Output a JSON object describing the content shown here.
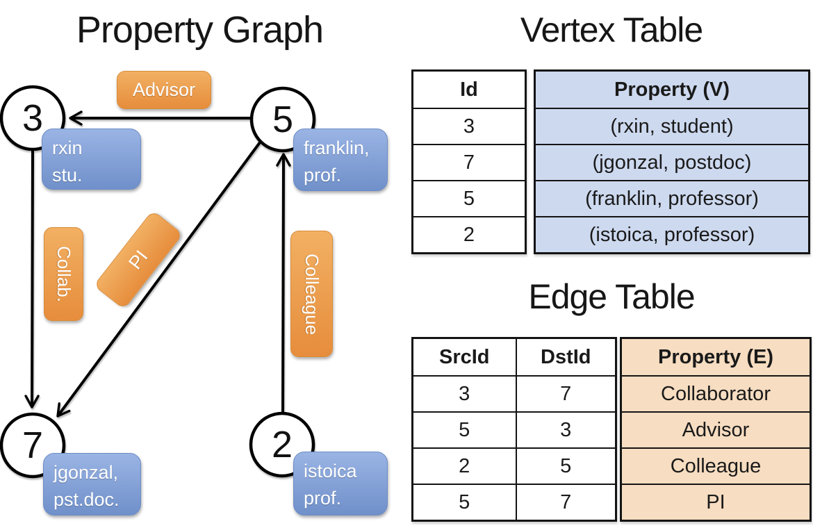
{
  "titles": {
    "graph": "Property Graph",
    "vertex_table": "Vertex Table",
    "edge_table": "Edge Table"
  },
  "graph": {
    "nodes": [
      {
        "id": "3"
      },
      {
        "id": "5"
      },
      {
        "id": "7"
      },
      {
        "id": "2"
      }
    ],
    "vertex_labels": [
      {
        "line1": "rxin",
        "line2": "stu."
      },
      {
        "line1": "franklin,",
        "line2": "prof."
      },
      {
        "line1": "jgonzal,",
        "line2": "pst.doc."
      },
      {
        "line1": "istoica",
        "line2": "prof."
      }
    ],
    "edge_labels": {
      "advisor": "Advisor",
      "collab": "Collab.",
      "pi": "PI",
      "colleague": "Colleague"
    }
  },
  "vertex_table": {
    "headers": {
      "id": "Id",
      "property": "Property (V)"
    },
    "rows": [
      {
        "id": "3",
        "property": "(rxin, student)"
      },
      {
        "id": "7",
        "property": "(jgonzal, postdoc)"
      },
      {
        "id": "5",
        "property": "(franklin, professor)"
      },
      {
        "id": "2",
        "property": "(istoica, professor)"
      }
    ]
  },
  "edge_table": {
    "headers": {
      "src": "SrcId",
      "dst": "DstId",
      "property": "Property (E)"
    },
    "rows": [
      {
        "src": "3",
        "dst": "7",
        "property": "Collaborator"
      },
      {
        "src": "5",
        "dst": "3",
        "property": "Advisor"
      },
      {
        "src": "2",
        "dst": "5",
        "property": "Colleague"
      },
      {
        "src": "5",
        "dst": "7",
        "property": "PI"
      }
    ]
  },
  "colors": {
    "edge_label_top": "#f2b063",
    "edge_label_bottom": "#e68d3c",
    "vertex_label_top": "#9ab4e4",
    "vertex_label_bottom": "#7090ca",
    "vertex_table_fill": "#cdd9ef",
    "edge_table_fill": "#f7ddc1"
  }
}
